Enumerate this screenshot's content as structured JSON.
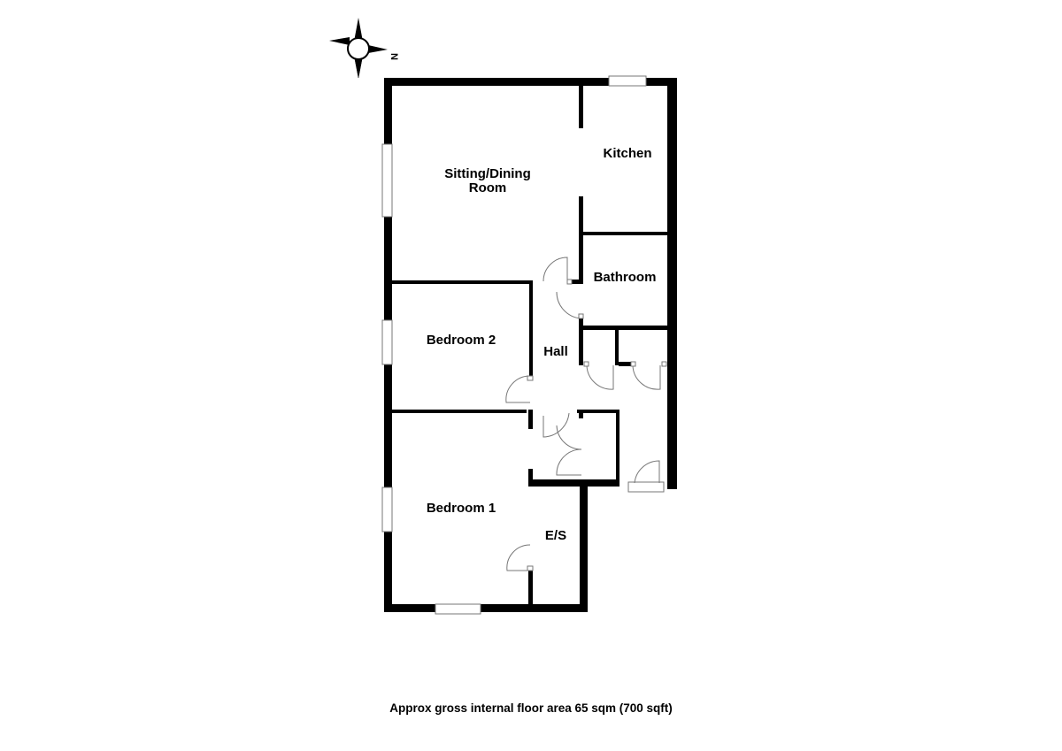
{
  "compass": {
    "north_label": "N",
    "icon": "compass-rose-icon"
  },
  "rooms": {
    "sitting_dining": [
      "Sitting/Dining",
      "Room"
    ],
    "kitchen": "Kitchen",
    "bathroom": "Bathroom",
    "hall": "Hall",
    "bedroom2": "Bedroom 2",
    "bedroom1": "Bedroom 1",
    "ensuite": "E/S"
  },
  "footer": {
    "area_text": "Approx gross internal floor area 65 sqm (700 sqft)"
  },
  "colors": {
    "walls": "#000000",
    "fixtures": "#777777"
  }
}
